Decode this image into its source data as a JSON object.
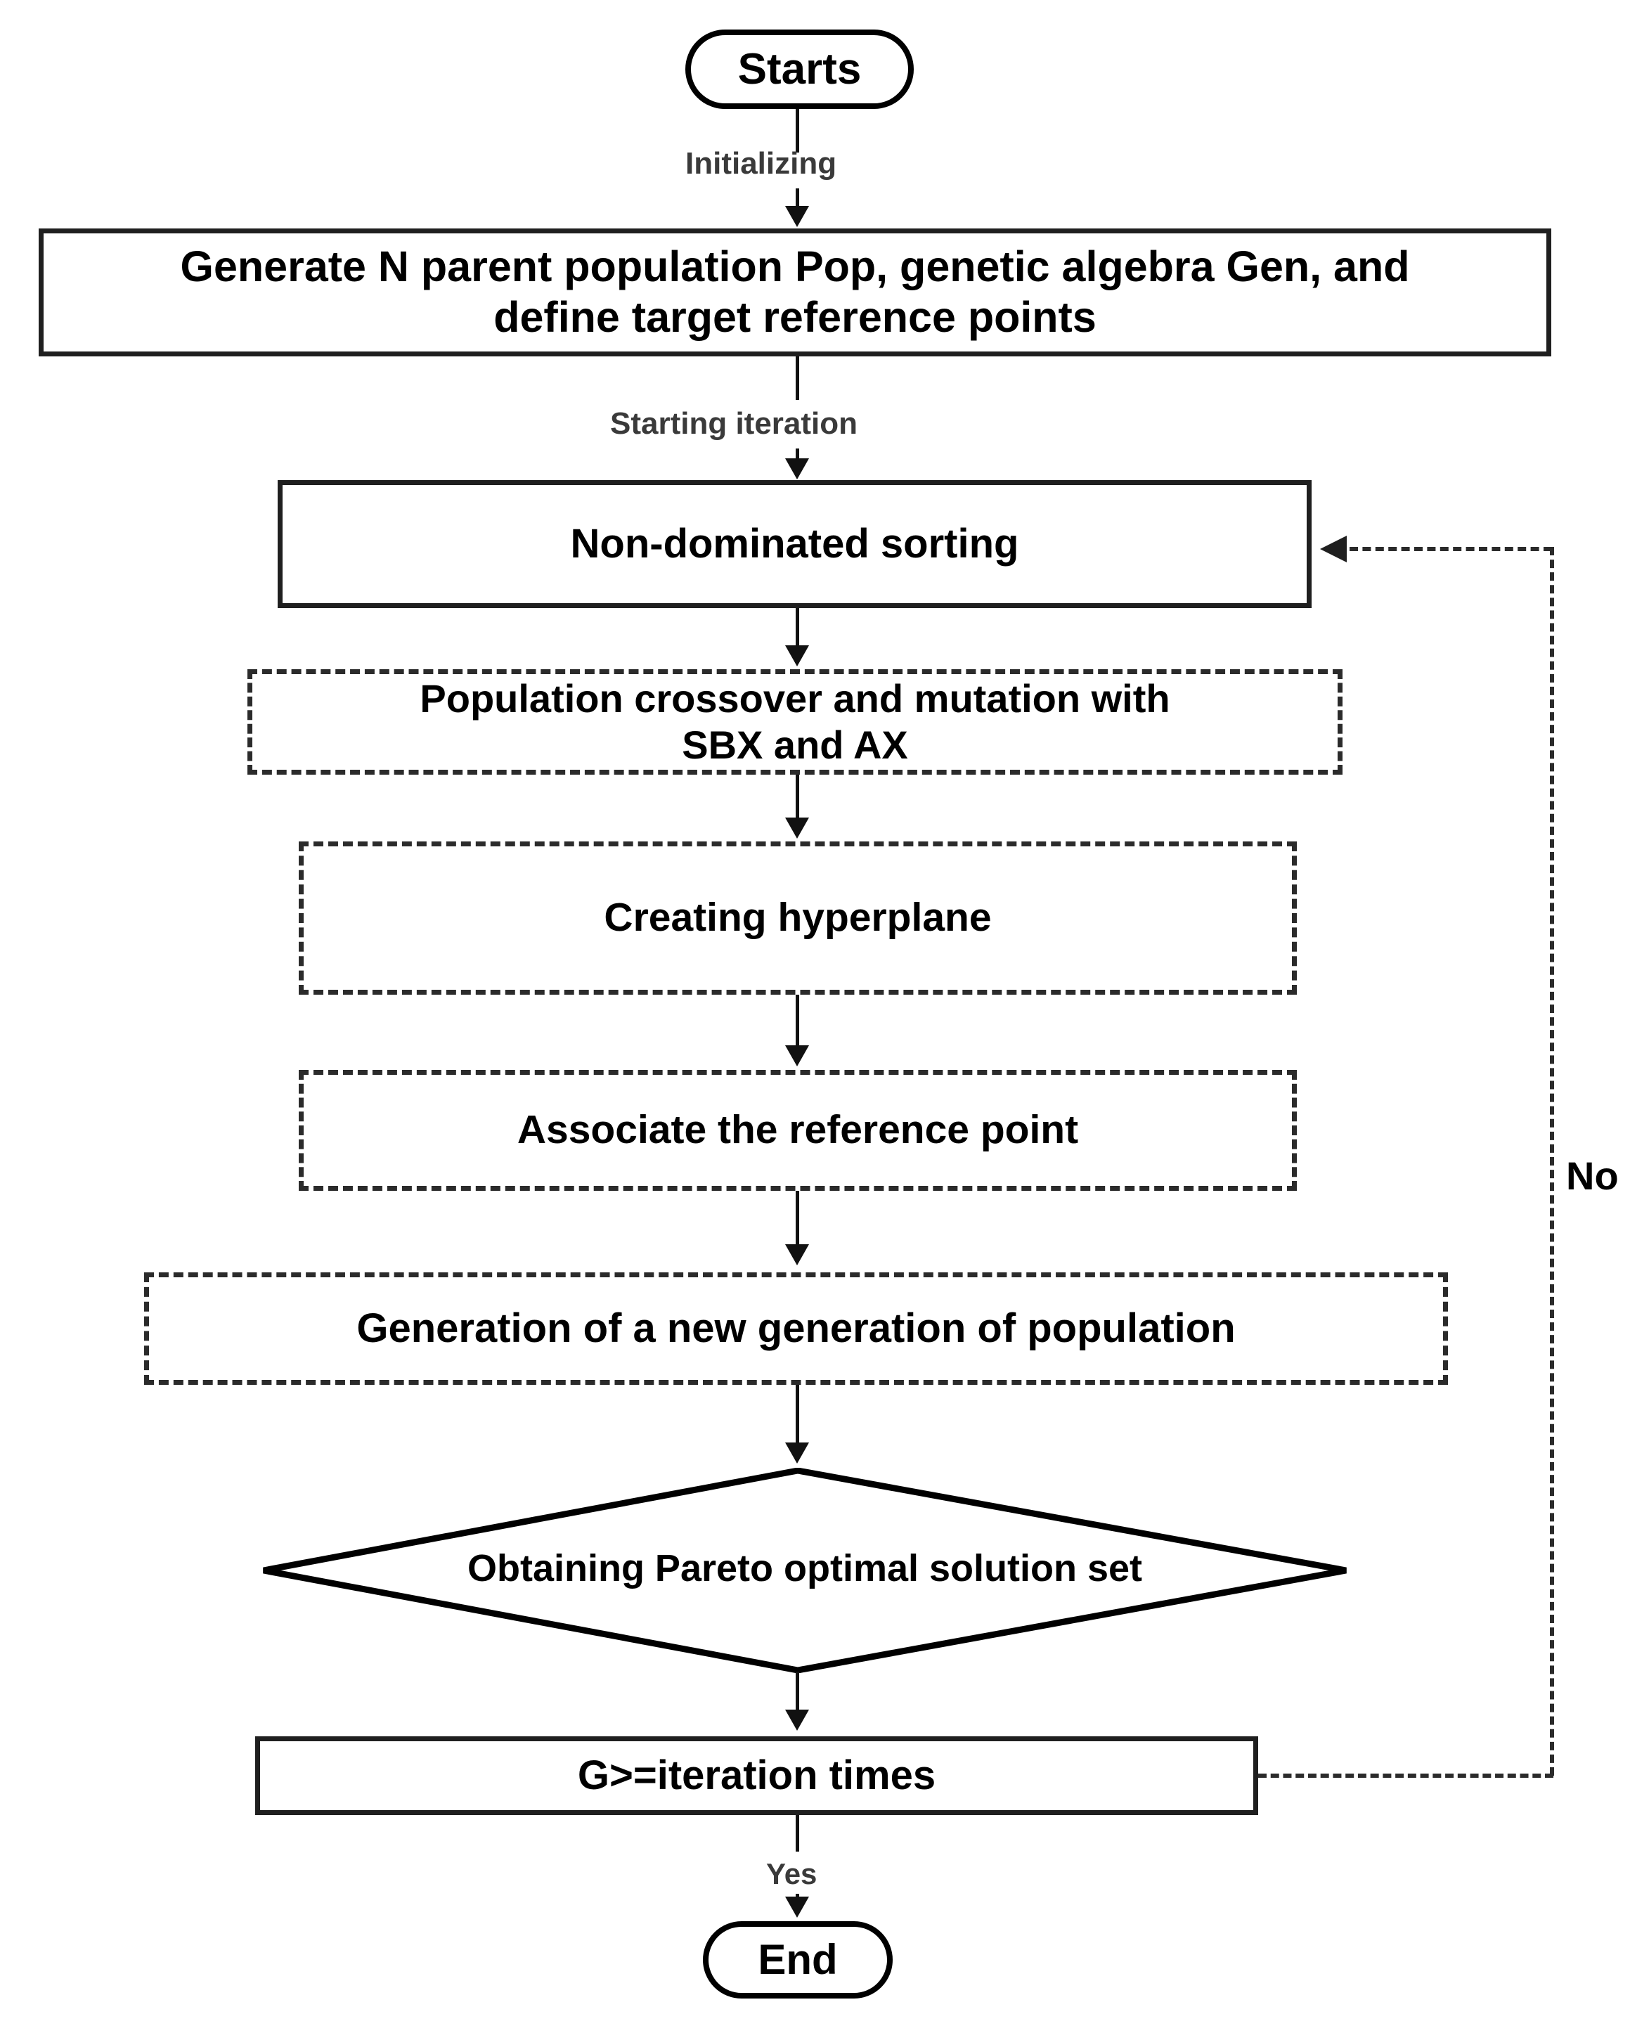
{
  "diagram": {
    "title": "NSGA-III multi-objective optimization flowchart",
    "colors": {
      "stroke": "#111111",
      "dashed_stroke": "#2b2b2b",
      "text": "#000000",
      "label_text": "#3a3a3a",
      "background": "#ffffff"
    },
    "nodes": {
      "start": {
        "label": "Starts",
        "shape": "terminator"
      },
      "init": {
        "label": "Generate N parent population Pop, genetic algebra Gen, and define target reference points",
        "line1": "Generate N parent population Pop, genetic algebra Gen, and",
        "line2": "define target reference points",
        "shape": "process-solid"
      },
      "sorting": {
        "label": "Non-dominated sorting",
        "shape": "process-solid"
      },
      "crossover": {
        "label": "Population crossover and mutation with SBX and  AX",
        "line1": "Population crossover and mutation with",
        "line2": "SBX and  AX",
        "shape": "process-dashed"
      },
      "hyperplane": {
        "label": "Creating hyperplane",
        "shape": "process-dashed"
      },
      "associate": {
        "label": "Associate the reference point",
        "shape": "process-dashed"
      },
      "new_generation": {
        "label": "Generation of a new generation of population",
        "shape": "process-dashed"
      },
      "pareto": {
        "label": "Obtaining Pareto optimal solution set",
        "shape": "decision-diamond"
      },
      "iteration_check": {
        "label": "G>=iteration times",
        "shape": "process-solid"
      },
      "end": {
        "label": "End",
        "shape": "terminator"
      }
    },
    "edge_labels": {
      "initializing": "Initializing",
      "starting_iteration": "Starting iteration",
      "no": "No",
      "yes": "Yes"
    }
  }
}
